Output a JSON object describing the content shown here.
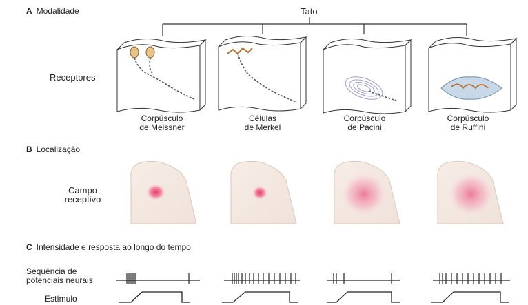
{
  "section_a": {
    "letter": "A",
    "title": "Modalidade"
  },
  "tato": "Tato",
  "receptores_label": "Receptores",
  "receptors": [
    {
      "line1": "Corpúsculo",
      "line2": "de Meissner"
    },
    {
      "line1": "Células",
      "line2": "de Merkel"
    },
    {
      "line1": "Corpúsculo",
      "line2": "de Pacini"
    },
    {
      "line1": "Corpúsculo",
      "line2": "de Ruffini"
    }
  ],
  "section_b": {
    "letter": "B",
    "title": "Localização"
  },
  "campo": {
    "line1": "Campo",
    "line2": "receptivo"
  },
  "section_c": {
    "letter": "C",
    "title": "Intensidade e resposta ao longo do tempo"
  },
  "sequencia": {
    "line1": "Sequência de",
    "line2": "potenciais neurais"
  },
  "estimulo": "Estímulo",
  "colors": {
    "field": "#e8537a",
    "capsule": "#c8a060",
    "pacini": "#9aa0c8",
    "ruffini": "#a8c0d8"
  }
}
